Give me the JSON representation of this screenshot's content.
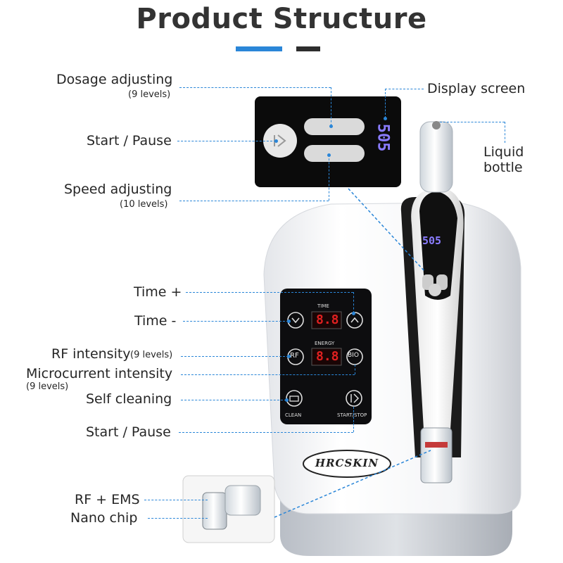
{
  "title": "Product Structure",
  "colors": {
    "accent_blue": "#2a86d8",
    "accent_dark": "#2d2d2d",
    "led_red": "#e02020",
    "led_blue": "#8a7cff"
  },
  "labels": {
    "dosage": "Dosage adjusting",
    "dosage_levels": "(9 levels)",
    "start_pause_top": "Start / Pause",
    "speed": "Speed adjusting",
    "speed_levels": "(10 levels)",
    "display": "Display screen",
    "liquid_1": "Liquid",
    "liquid_2": "bottle",
    "time_plus": "Time +",
    "time_minus": "Time -",
    "rf": "RF intensity",
    "rf_levels": "(9 levels)",
    "micro": "Microcurrent intensity",
    "micro_levels": "(9 levels)",
    "clean": "Self cleaning",
    "start_pause_bottom": "Start / Pause",
    "rf_ems": "RF + EMS",
    "nano": "Nano chip"
  },
  "panel": {
    "time": "TIME",
    "energy": "ENERGY",
    "time_display": "8.8",
    "energy_display": "8.8",
    "rf_btn": "RF",
    "bio_btn": "BIO",
    "clean": "CLEAN",
    "start_stop": "START/STOP"
  },
  "pen": {
    "display": "505"
  },
  "brand": "HRCSKIN",
  "icons": [
    "chevron-down-icon",
    "chevron-up-icon",
    "clean-icon",
    "play-pause-icon"
  ]
}
